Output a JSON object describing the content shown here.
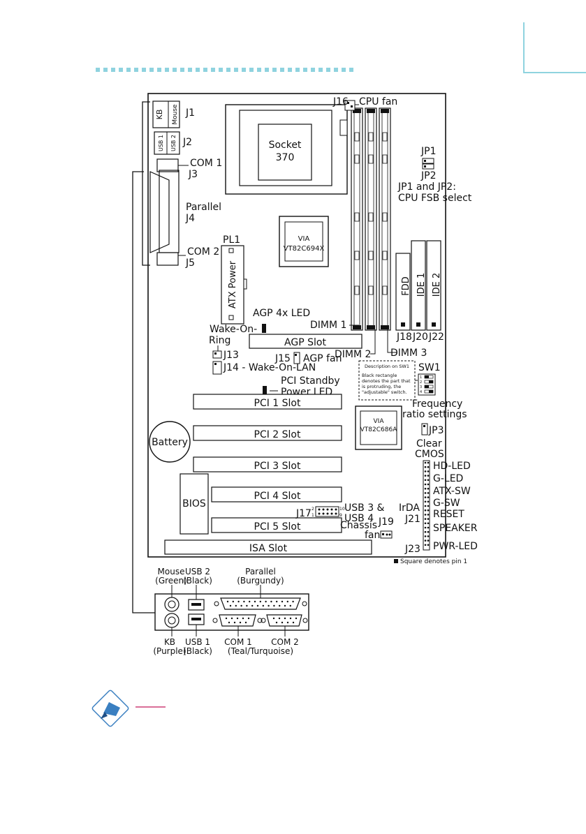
{
  "board": {
    "socket": {
      "line1": "Socket",
      "line2": "370"
    },
    "northbridge": {
      "line1": "VIA",
      "line2": "VT82C694X"
    },
    "southbridge": {
      "line1": "VIA",
      "line2": "VT82C686A"
    },
    "bios": "BIOS",
    "battery": "Battery",
    "atx_power": "ATX Power",
    "fdd": "FDD",
    "ide1": "IDE 1",
    "ide2": "IDE 2",
    "agp_slot": "AGP Slot",
    "pci_slots": [
      "PCI 1 Slot",
      "PCI 2 Slot",
      "PCI 3 Slot",
      "PCI 4 Slot",
      "PCI 5 Slot"
    ],
    "isa_slot": "ISA Slot",
    "kb": "KB",
    "mouse": "Mouse",
    "usb1": "USB 1",
    "usb2": "USB 2",
    "description_box": {
      "title": "Description on SW1",
      "lines": [
        "Black rectangle",
        "denotes the part that",
        "is protruding, the",
        "\"adjustable\" switch."
      ]
    },
    "sw1_numbers": [
      "1",
      "2",
      "3",
      "4"
    ],
    "j17_pins": {
      "tl": "2",
      "bl": "1",
      "tr": "10",
      "br": "9"
    }
  },
  "labels": {
    "j1": "J1",
    "j2": "J2",
    "com1": "COM 1",
    "j3": "J3",
    "parallel": "Parallel",
    "j4": "J4",
    "com2": "COM 2",
    "j5": "J5",
    "pl1": "PL1",
    "j16": "J16",
    "cpu_fan": "CPU fan",
    "jp1": "JP1",
    "jp2": "JP2",
    "fsb_line1": "JP1 and JP2:",
    "fsb_line2": "CPU FSB select",
    "agp4x_led": "AGP 4x LED",
    "wake_on_ring_line1": "Wake-On-",
    "wake_on_ring_line2": "Ring",
    "j13": "J13",
    "j14": "J14 - Wake-On-LAN",
    "j15": "J15",
    "agp_fan": "AGP fan",
    "pci_standby_line1": "PCI Standby",
    "pci_standby_line2": "Power LED",
    "dimm1": "DIMM 1",
    "dimm2": "DIMM 2",
    "dimm3": "DIMM 3",
    "j18": "J18",
    "j20": "J20",
    "j22": "J22",
    "sw1": "SW1",
    "freq_line1": "Frequency",
    "freq_line2": "ratio settings",
    "jp3": "JP3",
    "clear": "Clear",
    "cmos": "CMOS",
    "hd_led": "HD-LED",
    "g_led": "G-LED",
    "atx_sw": "ATX-SW",
    "g_sw": "G-SW",
    "reset": "RESET",
    "speaker": "SPEAKER",
    "pwr_led": "PWR-LED",
    "irda": "IrDA",
    "j21": "J21",
    "j23": "J23",
    "j17": "J17",
    "usb34_line1": "USB 3 &",
    "usb34_line2": "USB 4",
    "chassis_line1": "Chassis",
    "chassis_line2": "fan",
    "j19": "J19",
    "pin1_note": "Square denotes pin 1"
  },
  "rear_panel": {
    "mouse": "Mouse",
    "mouse_color": "(Green)",
    "usb2": "USB 2",
    "usb2_color": "(Black)",
    "parallel": "Parallel",
    "parallel_color": "(Burgundy)",
    "kb": "KB",
    "kb_color": "(Purple)",
    "usb1": "USB 1",
    "usb1_color": "(Black)",
    "com1": "COM 1",
    "com2": "COM 2",
    "com_color": "(Teal/Turquoise)"
  },
  "colors": {
    "header_dots": "#8fd3df",
    "tab": "#8fd3df",
    "note_rule": "#c2185b",
    "note_icon": "#3a7fc1"
  }
}
